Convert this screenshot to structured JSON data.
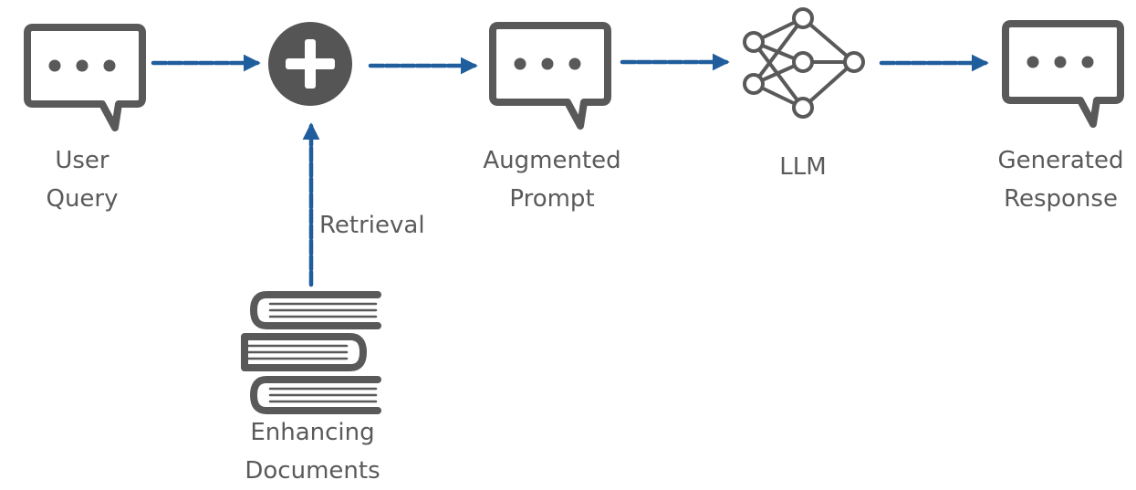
{
  "nodes": {
    "user_query": {
      "line1": "User",
      "line2": "Query"
    },
    "augmented_prompt": {
      "line1": "Augmented",
      "line2": "Prompt"
    },
    "llm": {
      "label": "LLM"
    },
    "generated_response": {
      "line1": "Generated",
      "line2": "Response"
    },
    "enhancing_documents": {
      "line1": "Enhancing",
      "line2": "Documents"
    }
  },
  "edges": {
    "retrieval": {
      "label": "Retrieval"
    }
  },
  "colors": {
    "arrow": "#1f5d9c",
    "icon": "#595959",
    "text": "#5a5a5a",
    "plus_fill": "#555555"
  },
  "icons": {
    "user_query": "chat-bubble-icon",
    "augment": "plus-circle-icon",
    "augmented_prompt": "chat-bubble-icon",
    "llm": "neural-network-icon",
    "generated_response": "chat-bubble-icon",
    "documents": "book-stack-icon"
  }
}
